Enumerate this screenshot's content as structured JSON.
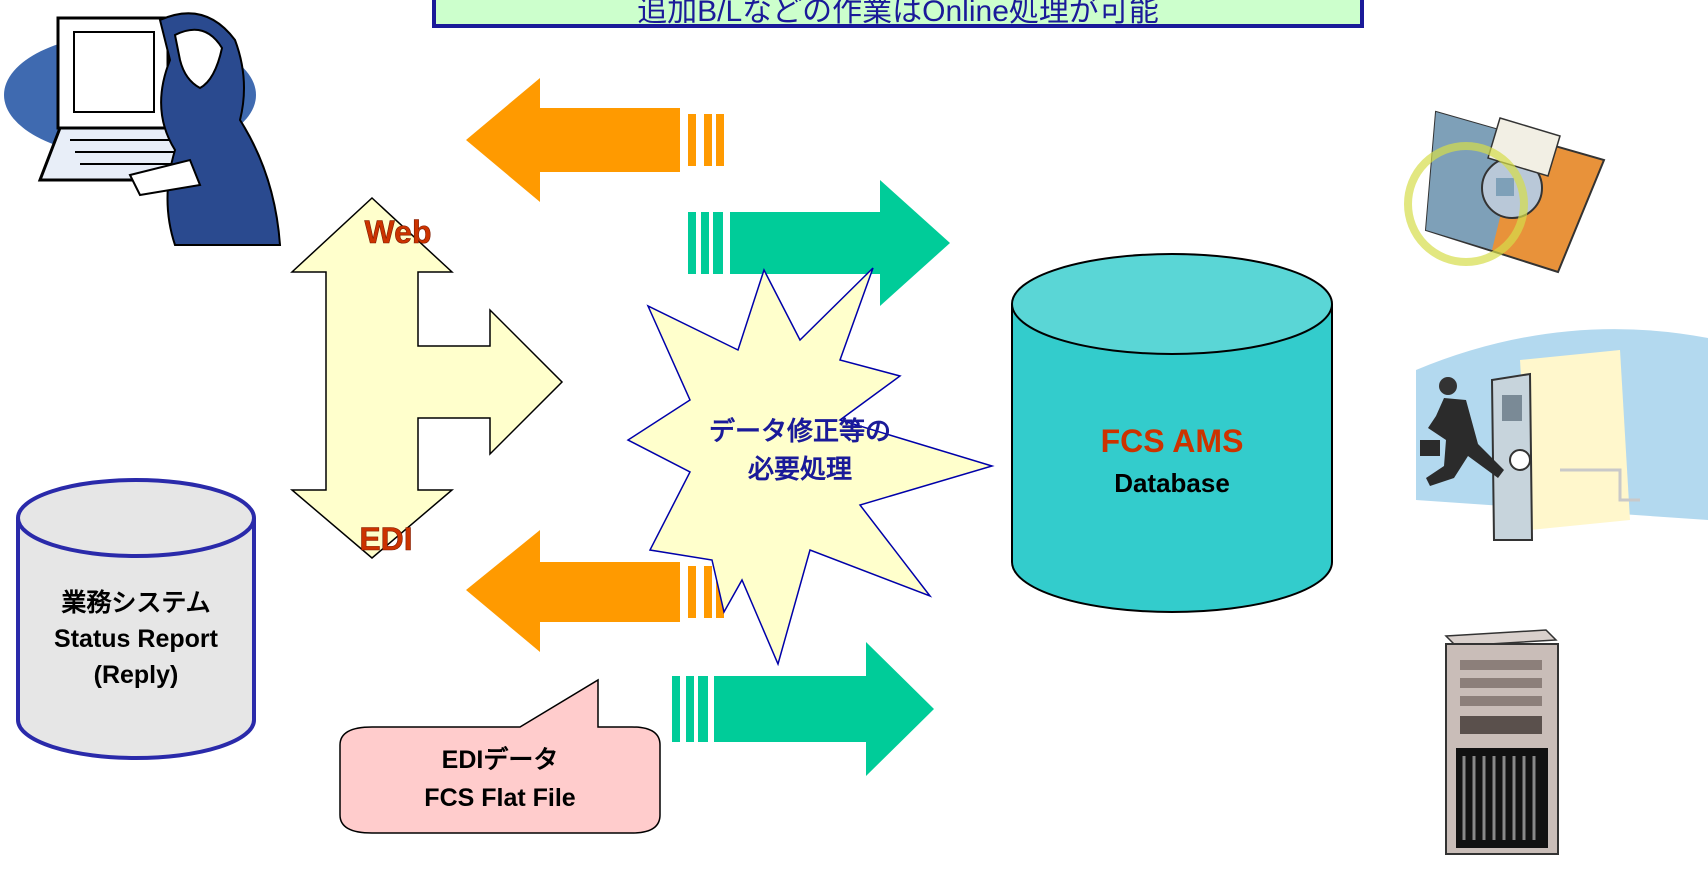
{
  "title": {
    "text": "追加B/Lなどの作業はOnline処理が可能"
  },
  "labels": {
    "web": "Web",
    "edi": "EDI",
    "business_db_line1": "業務システム",
    "business_db_line2": "Status Report",
    "business_db_line3": "(Reply)",
    "callout_line1": "EDIデータ",
    "callout_line2": "FCS Flat File",
    "burst_line1": "データ修正等の",
    "burst_line2": "必要処理",
    "db_title": "FCS AMS",
    "db_subtitle": "Database"
  },
  "colors": {
    "orange_arrow": "#ff9a00",
    "green_arrow": "#00cc99",
    "title_bg": "#ccffcc",
    "title_border": "#1a1a99",
    "cylinder_teal": "#33cccc",
    "cylinder_grey": "#e6e6e6",
    "burst_fill": "#ffffcc",
    "callout_fill": "#ffcccc",
    "orange_text": "#cc3300",
    "navy_text": "#1a1a99"
  },
  "icons": [
    "person-at-computer-icon",
    "floppy-disk-icon",
    "businessman-running-icon",
    "server-tower-icon"
  ]
}
